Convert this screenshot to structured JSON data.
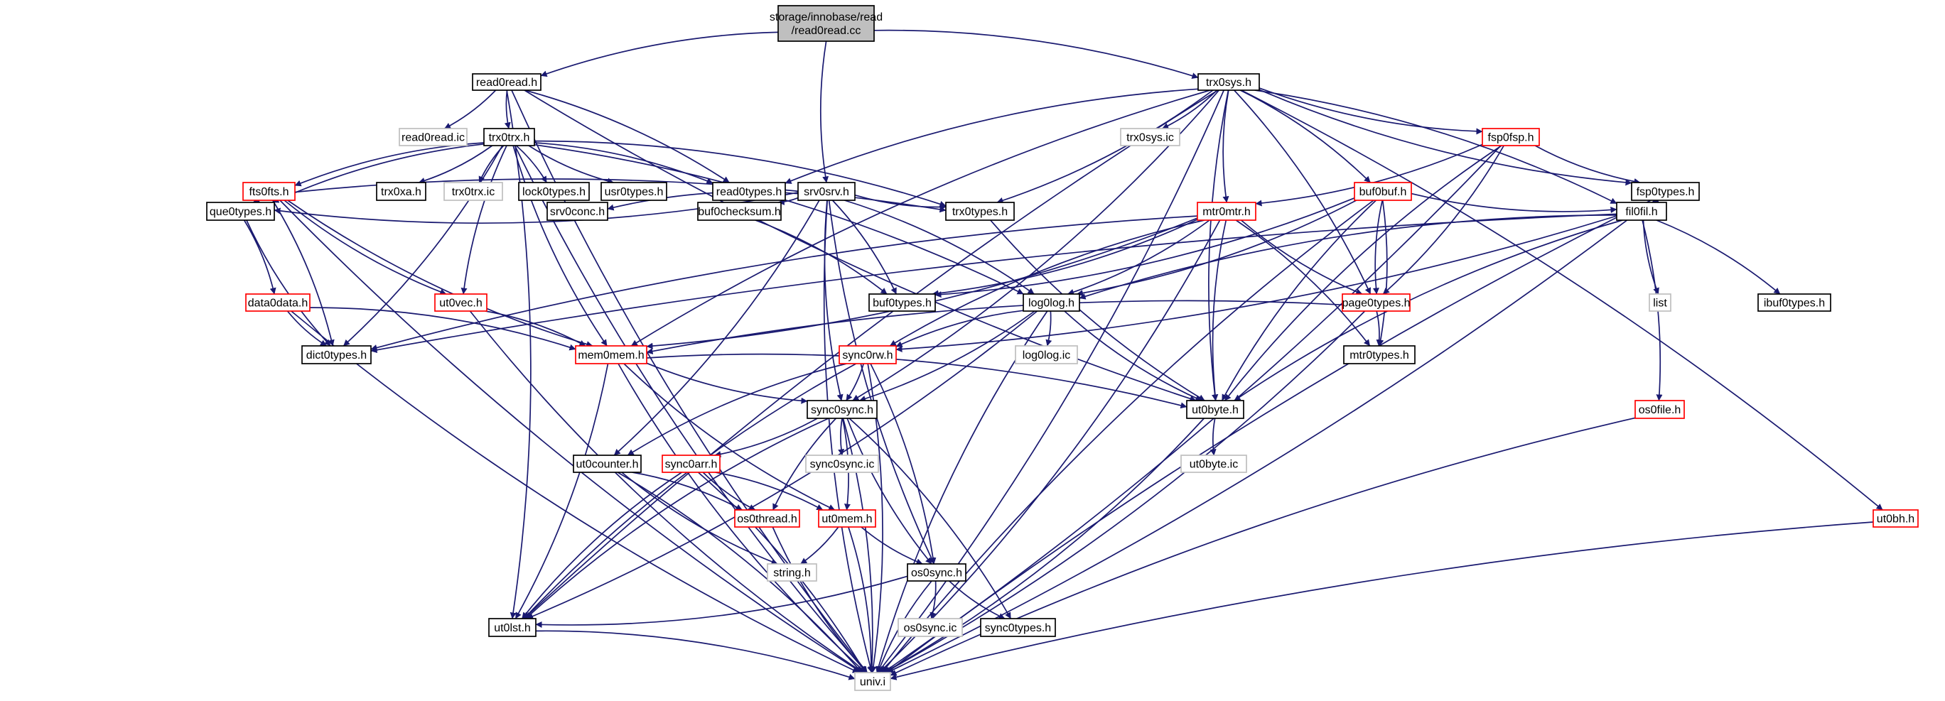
{
  "graph": {
    "style": {
      "edge_color": "#191970",
      "root_fill": "#bfbfbf",
      "box_black": "#000000",
      "box_red": "#ff0000",
      "box_gray": "#bfbfbf",
      "text_color": "#000000"
    },
    "nodes": [
      {
        "id": "read0read_cc",
        "label": "storage/innobase/read\n/read0read.cc",
        "kind": "root"
      },
      {
        "id": "read0read_h",
        "label": "read0read.h",
        "kind": "black"
      },
      {
        "id": "trx0sys_h",
        "label": "trx0sys.h",
        "kind": "black"
      },
      {
        "id": "read0read_ic",
        "label": "read0read.ic",
        "kind": "gray"
      },
      {
        "id": "trx0trx_h",
        "label": "trx0trx.h",
        "kind": "black"
      },
      {
        "id": "trx0sys_ic",
        "label": "trx0sys.ic",
        "kind": "gray"
      },
      {
        "id": "fsp0fsp_h",
        "label": "fsp0fsp.h",
        "kind": "red"
      },
      {
        "id": "fts0fts_h",
        "label": "fts0fts.h",
        "kind": "red"
      },
      {
        "id": "trx0xa_h",
        "label": "trx0xa.h",
        "kind": "black"
      },
      {
        "id": "trx0trx_ic",
        "label": "trx0trx.ic",
        "kind": "gray"
      },
      {
        "id": "lock0types_h",
        "label": "lock0types.h",
        "kind": "black"
      },
      {
        "id": "usr0types_h",
        "label": "usr0types.h",
        "kind": "black"
      },
      {
        "id": "read0types_h",
        "label": "read0types.h",
        "kind": "black"
      },
      {
        "id": "srv0srv_h",
        "label": "srv0srv.h",
        "kind": "black"
      },
      {
        "id": "buf0buf_h",
        "label": "buf0buf.h",
        "kind": "red"
      },
      {
        "id": "fsp0types_h",
        "label": "fsp0types.h",
        "kind": "black"
      },
      {
        "id": "que0types_h",
        "label": "que0types.h",
        "kind": "black"
      },
      {
        "id": "srv0conc_h",
        "label": "srv0conc.h",
        "kind": "black"
      },
      {
        "id": "buf0checksum_h",
        "label": "buf0checksum.h",
        "kind": "black"
      },
      {
        "id": "trx0types_h",
        "label": "trx0types.h",
        "kind": "black"
      },
      {
        "id": "mtr0mtr_h",
        "label": "mtr0mtr.h",
        "kind": "red"
      },
      {
        "id": "fil0fil_h",
        "label": "fil0fil.h",
        "kind": "black"
      },
      {
        "id": "data0data_h",
        "label": "data0data.h",
        "kind": "red"
      },
      {
        "id": "ut0vec_h",
        "label": "ut0vec.h",
        "kind": "red"
      },
      {
        "id": "buf0types_h",
        "label": "buf0types.h",
        "kind": "black"
      },
      {
        "id": "log0log_h",
        "label": "log0log.h",
        "kind": "black"
      },
      {
        "id": "page0types_h",
        "label": "page0types.h",
        "kind": "red"
      },
      {
        "id": "list",
        "label": "list",
        "kind": "gray"
      },
      {
        "id": "ibuf0types_h",
        "label": "ibuf0types.h",
        "kind": "black"
      },
      {
        "id": "dict0types_h",
        "label": "dict0types.h",
        "kind": "black"
      },
      {
        "id": "mem0mem_h",
        "label": "mem0mem.h",
        "kind": "red"
      },
      {
        "id": "sync0rw_h",
        "label": "sync0rw.h",
        "kind": "red"
      },
      {
        "id": "log0log_ic",
        "label": "log0log.ic",
        "kind": "gray"
      },
      {
        "id": "mtr0types_h",
        "label": "mtr0types.h",
        "kind": "black"
      },
      {
        "id": "sync0sync_h",
        "label": "sync0sync.h",
        "kind": "black"
      },
      {
        "id": "ut0byte_h",
        "label": "ut0byte.h",
        "kind": "black"
      },
      {
        "id": "os0file_h",
        "label": "os0file.h",
        "kind": "red"
      },
      {
        "id": "ut0counter_h",
        "label": "ut0counter.h",
        "kind": "black"
      },
      {
        "id": "sync0arr_h",
        "label": "sync0arr.h",
        "kind": "red"
      },
      {
        "id": "sync0sync_ic",
        "label": "sync0sync.ic",
        "kind": "gray"
      },
      {
        "id": "ut0byte_ic",
        "label": "ut0byte.ic",
        "kind": "gray"
      },
      {
        "id": "os0thread_h",
        "label": "os0thread.h",
        "kind": "red"
      },
      {
        "id": "ut0mem_h",
        "label": "ut0mem.h",
        "kind": "red"
      },
      {
        "id": "ut0bh_h",
        "label": "ut0bh.h",
        "kind": "red"
      },
      {
        "id": "string_h",
        "label": "string.h",
        "kind": "gray"
      },
      {
        "id": "os0sync_h",
        "label": "os0sync.h",
        "kind": "black"
      },
      {
        "id": "ut0lst_h",
        "label": "ut0lst.h",
        "kind": "black"
      },
      {
        "id": "os0sync_ic",
        "label": "os0sync.ic",
        "kind": "gray"
      },
      {
        "id": "sync0types_h",
        "label": "sync0types.h",
        "kind": "black"
      },
      {
        "id": "univ_i",
        "label": "univ.i",
        "kind": "gray"
      }
    ],
    "edges": [
      [
        "read0read_cc",
        "read0read_h"
      ],
      [
        "read0read_cc",
        "trx0sys_h"
      ],
      [
        "read0read_cc",
        "srv0srv_h"
      ],
      [
        "read0read_h",
        "read0read_ic"
      ],
      [
        "read0read_h",
        "trx0trx_h"
      ],
      [
        "read0read_h",
        "read0types_h"
      ],
      [
        "read0read_h",
        "ut0byte_h"
      ],
      [
        "read0read_h",
        "ut0lst_h"
      ],
      [
        "read0read_h",
        "univ_i"
      ],
      [
        "trx0sys_h",
        "trx0sys_ic"
      ],
      [
        "trx0sys_h",
        "fsp0fsp_h"
      ],
      [
        "trx0sys_h",
        "buf0buf_h"
      ],
      [
        "trx0sys_h",
        "fsp0types_h"
      ],
      [
        "trx0sys_h",
        "fil0fil_h"
      ],
      [
        "trx0sys_h",
        "mtr0mtr_h"
      ],
      [
        "trx0sys_h",
        "page0types_h"
      ],
      [
        "trx0sys_h",
        "read0types_h"
      ],
      [
        "trx0sys_h",
        "trx0types_h"
      ],
      [
        "trx0sys_h",
        "ut0byte_h"
      ],
      [
        "trx0sys_h",
        "ut0bh_h"
      ],
      [
        "trx0sys_h",
        "mem0mem_h"
      ],
      [
        "trx0sys_h",
        "sync0sync_h"
      ],
      [
        "trx0sys_h",
        "ut0lst_h"
      ],
      [
        "trx0sys_h",
        "univ_i"
      ],
      [
        "trx0trx_h",
        "fts0fts_h"
      ],
      [
        "trx0trx_h",
        "trx0xa_h"
      ],
      [
        "trx0trx_h",
        "trx0trx_ic"
      ],
      [
        "trx0trx_h",
        "lock0types_h"
      ],
      [
        "trx0trx_h",
        "usr0types_h"
      ],
      [
        "trx0trx_h",
        "read0types_h"
      ],
      [
        "trx0trx_h",
        "que0types_h"
      ],
      [
        "trx0trx_h",
        "trx0types_h"
      ],
      [
        "trx0trx_h",
        "ut0vec_h"
      ],
      [
        "trx0trx_h",
        "dict0types_h"
      ],
      [
        "trx0trx_h",
        "mem0mem_h"
      ],
      [
        "trx0trx_h",
        "log0log_h"
      ],
      [
        "trx0trx_h",
        "univ_i"
      ],
      [
        "fts0fts_h",
        "que0types_h"
      ],
      [
        "fts0fts_h",
        "ut0vec_h"
      ],
      [
        "fts0fts_h",
        "dict0types_h"
      ],
      [
        "fts0fts_h",
        "mem0mem_h"
      ],
      [
        "fts0fts_h",
        "trx0types_h"
      ],
      [
        "fts0fts_h",
        "univ_i"
      ],
      [
        "srv0srv_h",
        "que0types_h"
      ],
      [
        "srv0srv_h",
        "srv0conc_h"
      ],
      [
        "srv0srv_h",
        "buf0checksum_h"
      ],
      [
        "srv0srv_h",
        "trx0types_h"
      ],
      [
        "srv0srv_h",
        "log0log_h"
      ],
      [
        "srv0srv_h",
        "sync0sync_h"
      ],
      [
        "srv0srv_h",
        "ut0counter_h"
      ],
      [
        "srv0srv_h",
        "os0sync_h"
      ],
      [
        "srv0srv_h",
        "buf0types_h"
      ],
      [
        "srv0srv_h",
        "univ_i"
      ],
      [
        "fsp0fsp_h",
        "mtr0mtr_h"
      ],
      [
        "fsp0fsp_h",
        "fsp0types_h"
      ],
      [
        "fsp0fsp_h",
        "page0types_h"
      ],
      [
        "fsp0fsp_h",
        "ut0byte_h"
      ],
      [
        "fsp0fsp_h",
        "univ_i"
      ],
      [
        "buf0buf_h",
        "fil0fil_h"
      ],
      [
        "buf0buf_h",
        "mtr0types_h"
      ],
      [
        "buf0buf_h",
        "page0types_h"
      ],
      [
        "buf0buf_h",
        "log0log_h"
      ],
      [
        "buf0buf_h",
        "ut0byte_h"
      ],
      [
        "buf0buf_h",
        "buf0types_h"
      ],
      [
        "buf0buf_h",
        "univ_i"
      ],
      [
        "fsp0types_h",
        "fil0fil_h"
      ],
      [
        "fsp0types_h",
        "univ_i"
      ],
      [
        "que0types_h",
        "data0data_h"
      ],
      [
        "que0types_h",
        "dict0types_h"
      ],
      [
        "buf0checksum_h",
        "buf0types_h"
      ],
      [
        "trx0types_h",
        "ut0byte_h"
      ],
      [
        "mtr0mtr_h",
        "mem0mem_h"
      ],
      [
        "mtr0mtr_h",
        "sync0rw_h"
      ],
      [
        "mtr0mtr_h",
        "log0log_h"
      ],
      [
        "mtr0mtr_h",
        "page0types_h"
      ],
      [
        "mtr0mtr_h",
        "mtr0types_h"
      ],
      [
        "mtr0mtr_h",
        "ut0byte_h"
      ],
      [
        "mtr0mtr_h",
        "buf0types_h"
      ],
      [
        "mtr0mtr_h",
        "dict0types_h"
      ],
      [
        "mtr0mtr_h",
        "univ_i"
      ],
      [
        "fil0fil_h",
        "list"
      ],
      [
        "fil0fil_h",
        "ibuf0types_h"
      ],
      [
        "fil0fil_h",
        "log0log_h"
      ],
      [
        "fil0fil_h",
        "os0file_h"
      ],
      [
        "fil0fil_h",
        "ut0byte_h"
      ],
      [
        "fil0fil_h",
        "sync0rw_h"
      ],
      [
        "fil0fil_h",
        "dict0types_h"
      ],
      [
        "fil0fil_h",
        "univ_i"
      ],
      [
        "data0data_h",
        "dict0types_h"
      ],
      [
        "data0data_h",
        "mem0mem_h"
      ],
      [
        "data0data_h",
        "univ_i"
      ],
      [
        "ut0vec_h",
        "mem0mem_h"
      ],
      [
        "ut0vec_h",
        "univ_i"
      ],
      [
        "log0log_h",
        "log0log_ic"
      ],
      [
        "log0log_h",
        "sync0rw_h"
      ],
      [
        "log0log_h",
        "sync0sync_h"
      ],
      [
        "log0log_h",
        "ut0byte_h"
      ],
      [
        "log0log_h",
        "ut0lst_h"
      ],
      [
        "log0log_h",
        "univ_i"
      ],
      [
        "page0types_h",
        "mtr0types_h"
      ],
      [
        "page0types_h",
        "mem0mem_h"
      ],
      [
        "page0types_h",
        "univ_i"
      ],
      [
        "mem0mem_h",
        "sync0sync_h"
      ],
      [
        "mem0mem_h",
        "ut0byte_h"
      ],
      [
        "mem0mem_h",
        "ut0mem_h"
      ],
      [
        "mem0mem_h",
        "ut0lst_h"
      ],
      [
        "mem0mem_h",
        "univ_i"
      ],
      [
        "sync0rw_h",
        "sync0sync_h"
      ],
      [
        "sync0rw_h",
        "ut0counter_h"
      ],
      [
        "sync0rw_h",
        "os0sync_h"
      ],
      [
        "sync0rw_h",
        "ut0lst_h"
      ],
      [
        "sync0rw_h",
        "univ_i"
      ],
      [
        "sync0sync_h",
        "sync0sync_ic"
      ],
      [
        "sync0sync_h",
        "sync0arr_h"
      ],
      [
        "sync0sync_h",
        "os0thread_h"
      ],
      [
        "sync0sync_h",
        "ut0mem_h"
      ],
      [
        "sync0sync_h",
        "os0sync_h"
      ],
      [
        "sync0sync_h",
        "sync0types_h"
      ],
      [
        "sync0sync_h",
        "ut0lst_h"
      ],
      [
        "sync0sync_h",
        "univ_i"
      ],
      [
        "ut0byte_h",
        "ut0byte_ic"
      ],
      [
        "ut0byte_h",
        "univ_i"
      ],
      [
        "os0file_h",
        "univ_i"
      ],
      [
        "ut0counter_h",
        "os0thread_h"
      ],
      [
        "ut0counter_h",
        "string_h"
      ],
      [
        "ut0counter_h",
        "univ_i"
      ],
      [
        "sync0arr_h",
        "os0thread_h"
      ],
      [
        "sync0arr_h",
        "ut0mem_h"
      ],
      [
        "sync0arr_h",
        "ut0lst_h"
      ],
      [
        "sync0arr_h",
        "univ_i"
      ],
      [
        "os0thread_h",
        "univ_i"
      ],
      [
        "ut0mem_h",
        "string_h"
      ],
      [
        "ut0mem_h",
        "os0sync_h"
      ],
      [
        "ut0mem_h",
        "univ_i"
      ],
      [
        "ut0bh_h",
        "univ_i"
      ],
      [
        "os0sync_h",
        "os0sync_ic"
      ],
      [
        "os0sync_h",
        "sync0types_h"
      ],
      [
        "os0sync_h",
        "ut0lst_h"
      ],
      [
        "os0sync_h",
        "univ_i"
      ],
      [
        "ut0lst_h",
        "univ_i"
      ]
    ]
  }
}
